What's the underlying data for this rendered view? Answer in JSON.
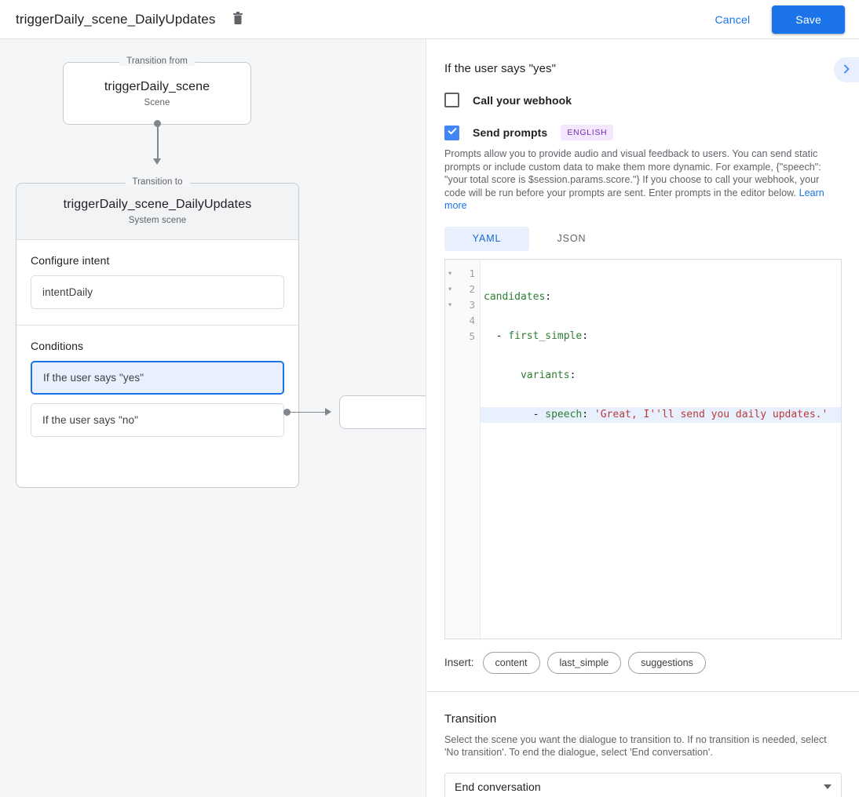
{
  "topbar": {
    "title": "triggerDaily_scene_DailyUpdates",
    "delete_icon": "trash-icon",
    "cancel_label": "Cancel",
    "save_label": "Save"
  },
  "canvas": {
    "from_card": {
      "legend": "Transition from",
      "name": "triggerDaily_scene",
      "subtitle": "Scene"
    },
    "to_card": {
      "legend": "Transition to",
      "name": "triggerDaily_scene_DailyUpdates",
      "subtitle": "System scene",
      "intent_section_label": "Configure intent",
      "intent_value": "intentDaily",
      "conditions_section_label": "Conditions",
      "conditions": [
        {
          "label": "If the user says \"yes\"",
          "selected": true
        },
        {
          "label": "If the user says \"no\"",
          "selected": false
        }
      ]
    }
  },
  "panel": {
    "title": "If the user says \"yes\"",
    "expand_icon": "chevron-right-icon",
    "webhook": {
      "label": "Call your webhook",
      "checked": false
    },
    "prompts": {
      "label": "Send prompts",
      "checked": true,
      "language_badge": "ENGLISH",
      "description": "Prompts allow you to provide audio and visual feedback to users. You can send static prompts or include custom data to make them more dynamic. For example, {\"speech\": \"your total score is $session.params.score.\"} If you choose to call your webhook, your code will be run before your prompts are sent. Enter prompts in the editor below.",
      "learn_more_label": "Learn more"
    },
    "editor_tabs": [
      {
        "label": "YAML",
        "active": true
      },
      {
        "label": "JSON",
        "active": false
      }
    ],
    "editor": {
      "line_numbers": [
        "1",
        "2",
        "3",
        "4",
        "5"
      ],
      "folds": [
        true,
        true,
        true,
        false,
        false
      ],
      "active_line": 4,
      "lines": [
        {
          "indent": "",
          "key": "candidates",
          "colon": ":",
          "value": ""
        },
        {
          "indent": "  - ",
          "key": "first_simple",
          "colon": ":",
          "value": ""
        },
        {
          "indent": "      ",
          "key": "variants",
          "colon": ":",
          "value": ""
        },
        {
          "indent": "        - ",
          "key": "speech",
          "colon": ": ",
          "value": "'Great, I''ll send you daily updates.'"
        },
        {
          "indent": "",
          "key": "",
          "colon": "",
          "value": ""
        }
      ]
    },
    "insert": {
      "label": "Insert:",
      "chips": [
        "content",
        "last_simple",
        "suggestions"
      ]
    },
    "transition": {
      "title": "Transition",
      "description": "Select the scene you want the dialogue to transition to. If no transition is needed, select 'No transition'. To end the dialogue, select 'End conversation'.",
      "selected_value": "End conversation",
      "caret_icon": "chevron-down-icon"
    }
  },
  "colors": {
    "accent": "#1a73e8",
    "checkbox_checked": "#4285f4",
    "badge_bg": "#f3e8fd",
    "badge_text": "#7627bb",
    "canvas_bg": "#f5f6f8",
    "selected_condition_bg": "#e8f0fe"
  }
}
